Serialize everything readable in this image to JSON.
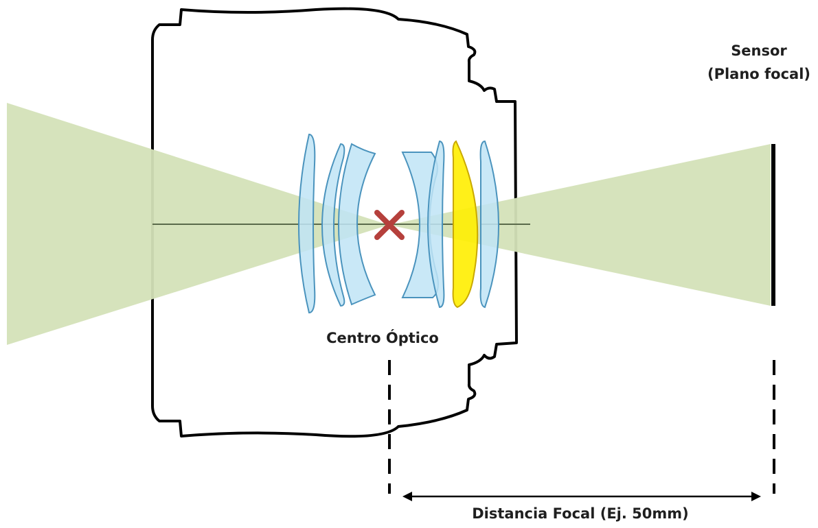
{
  "labels": {
    "sensor_line1": "Sensor",
    "sensor_line2": "(Plano focal)",
    "optical_center": "Centro Óptico",
    "focal_distance": "Distancia Focal (Ej. 50mm)"
  },
  "colors": {
    "light_cone": "#d4e2b8",
    "lens_element": "#bfe4f6",
    "lens_stroke": "#4a93bd",
    "highlight_element": "#ffee00",
    "center_marker": "#b5403c",
    "outline": "#000000"
  },
  "icons": {
    "optical_center_marker": "cross-mark-icon"
  }
}
